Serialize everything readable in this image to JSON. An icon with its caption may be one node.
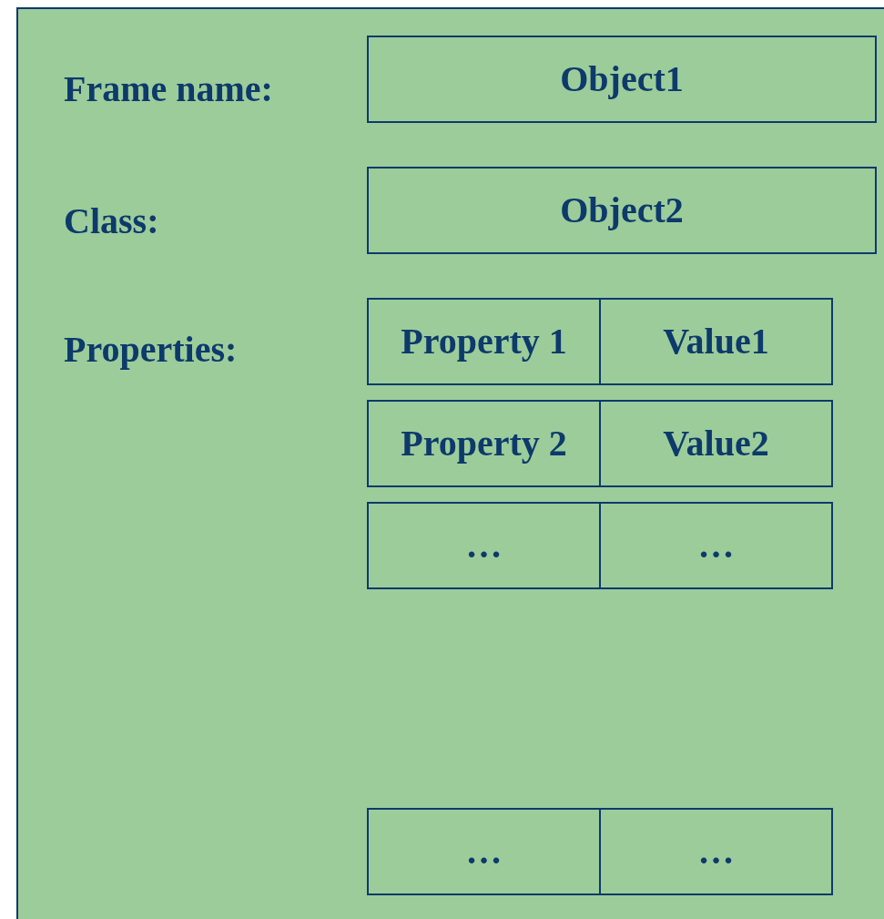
{
  "diagram": {
    "nodes": [
      {
        "text": [],
        "shape": "box"
      },
      {
        "text": [
          "Object1"
        ],
        "in": 0
      },
      {
        "text": [
          "Object2"
        ],
        "in": 0
      },
      {
        "text": [
          "Property 1"
        ],
        "in": 0
      },
      {
        "text": [
          "Value1"
        ],
        "in": 0
      },
      {
        "text": [
          "Property 2"
        ],
        "in": 0
      },
      {
        "text": [
          "Value2"
        ],
        "in": 0
      },
      {
        "text": [
          "…"
        ],
        "in": 0
      },
      {
        "text": [
          "…"
        ],
        "in": 0
      },
      {
        "text": [
          "…"
        ],
        "in": 0
      },
      {
        "text": [
          "…"
        ],
        "in": 0
      }
    ],
    "labels": [
      "Frame name:",
      "Class:",
      "Properties:"
    ]
  }
}
